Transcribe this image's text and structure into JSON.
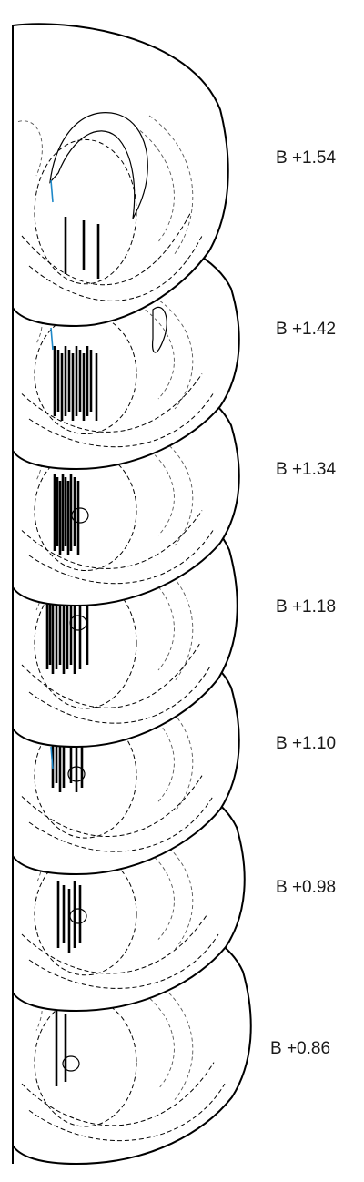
{
  "figure": {
    "sections": [
      {
        "label": "B +1.54",
        "tracks": 3,
        "blue": true
      },
      {
        "label": "B +1.42",
        "tracks": 12,
        "blue": true
      },
      {
        "label": "B +1.34",
        "tracks": 9,
        "blue": false
      },
      {
        "label": "B +1.18",
        "tracks": 11,
        "blue": false
      },
      {
        "label": "B +1.10",
        "tracks": 7,
        "blue": true
      },
      {
        "label": "B +0.98",
        "tracks": 5,
        "blue": false
      },
      {
        "label": "B +0.86",
        "tracks": 2,
        "blue": false
      }
    ],
    "colors": {
      "outline": "#000000",
      "dashed_regions": "#000000",
      "marker": "#1e88c8",
      "background": "#ffffff"
    }
  }
}
